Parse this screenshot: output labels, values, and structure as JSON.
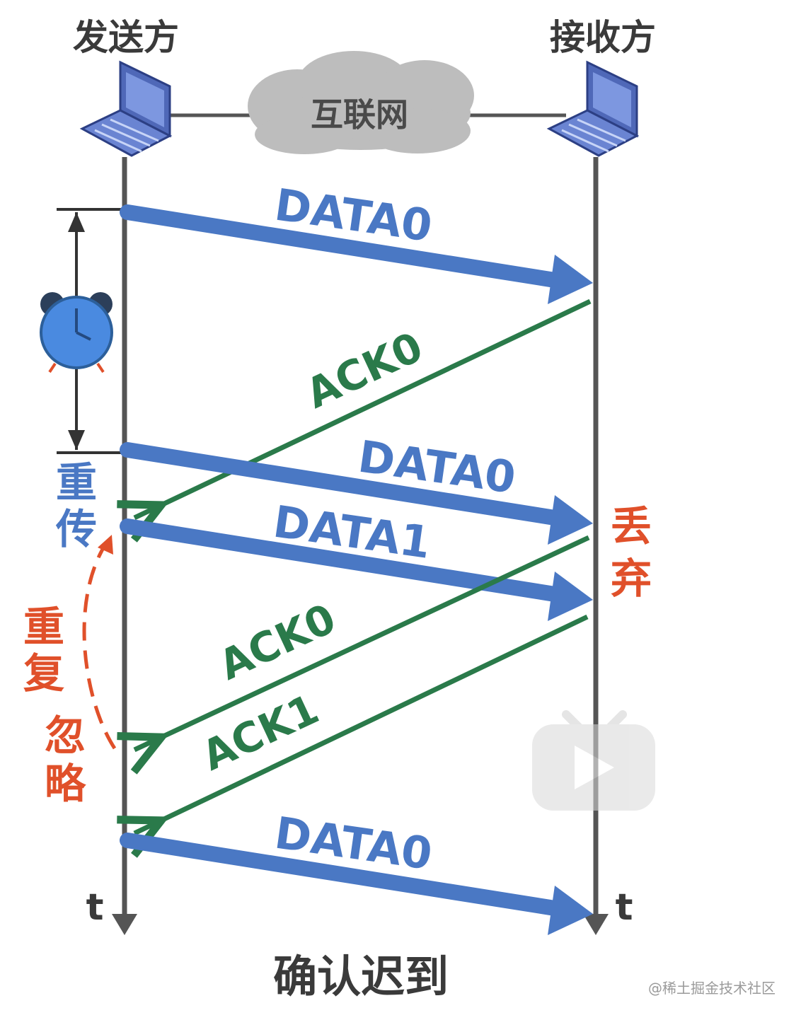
{
  "actors": {
    "sender": "发送方",
    "receiver": "接收方"
  },
  "network": {
    "label": "互联网"
  },
  "messages": [
    {
      "label": "DATA0",
      "kind": "data"
    },
    {
      "label": "ACK0",
      "kind": "ack"
    },
    {
      "label": "DATA0",
      "kind": "data"
    },
    {
      "label": "DATA1",
      "kind": "data"
    },
    {
      "label": "ACK0",
      "kind": "ack"
    },
    {
      "label": "ACK1",
      "kind": "ack"
    },
    {
      "label": "DATA0",
      "kind": "data"
    }
  ],
  "annotations": {
    "retransmit": [
      "重",
      "传"
    ],
    "duplicate_ignore": [
      "重",
      "复",
      "忽",
      "略"
    ],
    "discard": [
      "丢",
      "弃"
    ]
  },
  "axis": {
    "time_left": "t",
    "time_right": "t"
  },
  "caption": "确认迟到",
  "watermark": "@稀土掘金技术社区",
  "colors": {
    "data": "#4a78c4",
    "ack": "#2a7a4a",
    "highlight": "#e0502a",
    "lifeline": "#555555",
    "cloud": "#bdbdbd",
    "laptop": "#4f68b8"
  },
  "icons": [
    "laptop-icon",
    "cloud-icon",
    "alarm-clock-icon",
    "video-play-icon"
  ]
}
